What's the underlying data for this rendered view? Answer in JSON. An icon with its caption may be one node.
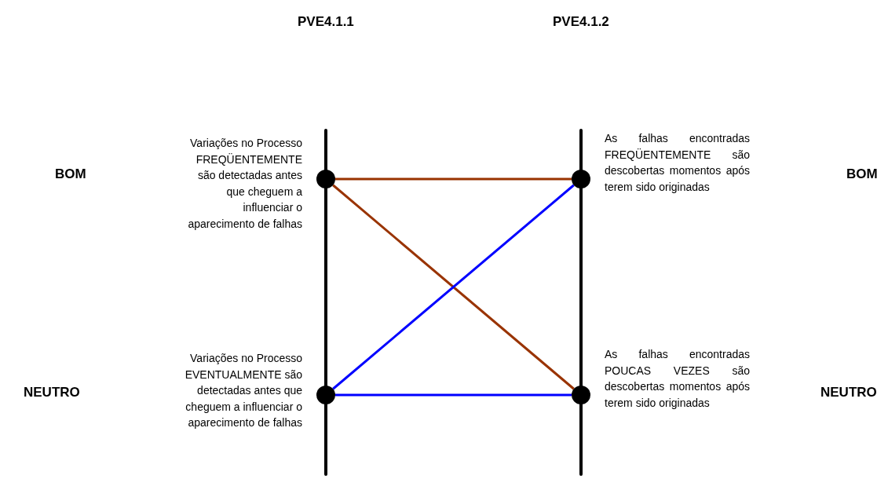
{
  "diagram": {
    "nodes": [
      {
        "text": [],
        "shape": "circle",
        "beside": [
          "Variações no Processo FREQÜENTEMENTE são detectadas antes que cheguem a influenciar o aparecimento de falhas"
        ]
      },
      {
        "text": [],
        "shape": "circle",
        "beside": [
          "As falhas encontradas FREQÜENTEMENTE são descobertas momentos após terem sido originadas"
        ]
      },
      {
        "text": [],
        "shape": "circle",
        "beside": [
          "Variações no Processo EVENTUALMENTE são detectadas antes que cheguem a influenciar o aparecimento de falhas"
        ]
      },
      {
        "text": [],
        "shape": "circle",
        "beside": [
          "As falhas encontradas POUCAS VEZES são descobertas momentos após terem sido originadas"
        ]
      }
    ],
    "edges": [
      {
        "from": 0,
        "to": 1,
        "arrow": "none",
        "color": "#993300"
      },
      {
        "from": 0,
        "to": 3,
        "arrow": "none",
        "color": "#993300"
      },
      {
        "from": 2,
        "to": 1,
        "arrow": "none",
        "color": "#0000ff"
      },
      {
        "from": 2,
        "to": 3,
        "arrow": "none",
        "color": "#0000ff"
      }
    ],
    "labels": [
      "PVE4.1.1",
      "PVE4.1.2",
      "BOM",
      "BOM",
      "NEUTRO",
      "NEUTRO"
    ]
  }
}
